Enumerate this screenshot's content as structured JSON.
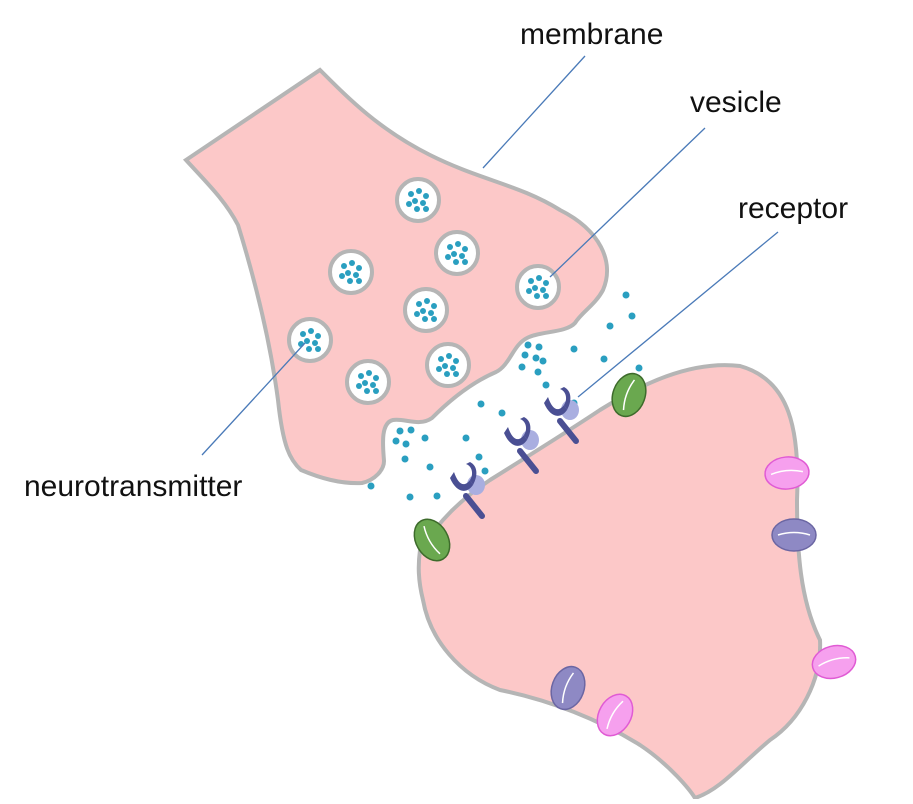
{
  "labels": {
    "membrane": "membrane",
    "vesicle": "vesicle",
    "receptor": "receptor",
    "neurotransmitter": "neurotransmitter"
  },
  "colors": {
    "cell_fill": "#fcc8c8",
    "cell_stroke": "#b5b5b5",
    "vesicle_fill": "#ffffff",
    "neurotransmitter": "#2a9fc0",
    "leader_line": "#4a7ab8",
    "green_channel": "#6aa84f",
    "purple_channel": "#8e89c4",
    "pink_channel": "#f6a0ee",
    "receptor": "#4a4f93",
    "receptor_light": "#a9aee0"
  },
  "icons": [
    "vesicle-icon",
    "neurotransmitter-dot-icon",
    "receptor-icon",
    "ion-channel-icon"
  ]
}
